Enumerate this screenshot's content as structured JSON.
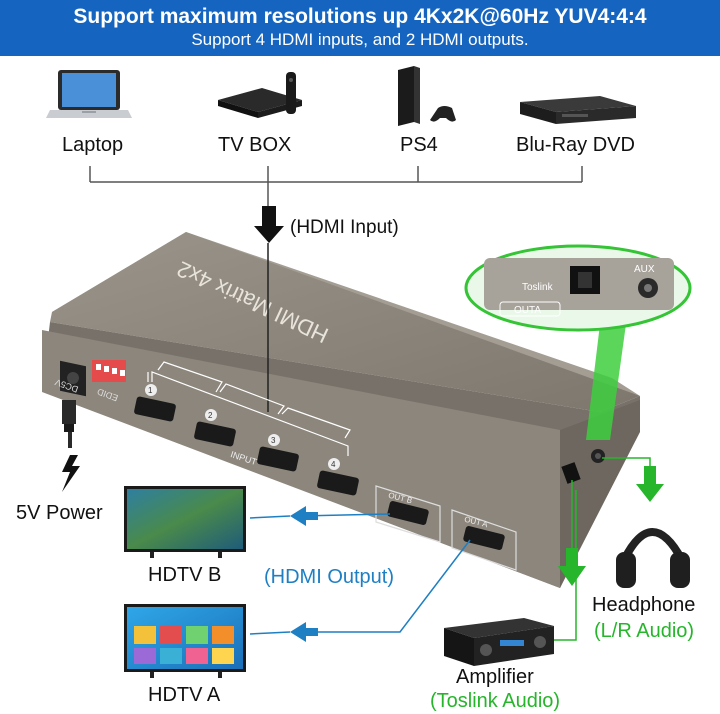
{
  "header": {
    "title": "Support maximum resolutions up 4Kx2K@60Hz YUV4:4:4",
    "subtitle": "Support 4 HDMI inputs, and 2 HDMI outputs."
  },
  "sources": [
    "Laptop",
    "TV BOX",
    "PS4",
    "Blu-Ray DVD"
  ],
  "flow": {
    "input": "(HDMI Input)",
    "output": "(HDMI Output)"
  },
  "device": {
    "name": "HDMI Matrix 4x2",
    "inputs_label": "INPUT",
    "input_ports": [
      "1",
      "2",
      "3",
      "4"
    ],
    "outputs": [
      "OUT B",
      "OUT A"
    ],
    "dc_label": "DC5V",
    "edid_label": "EDID",
    "toslink_label": "Toslink",
    "aux_label": "AUX",
    "outa_label": "OUTA"
  },
  "power": "5V Power",
  "displays": [
    "HDTV B",
    "HDTV A"
  ],
  "audio": {
    "headphone": "Headphone",
    "headphone_sub": "(L/R Audio)",
    "amplifier": "Amplifier",
    "amplifier_sub": "(Toslink Audio)"
  },
  "colors": {
    "banner": "#1565c0",
    "output_arrow": "#1e7fc3",
    "audio_arrow": "#26b52b",
    "device": "#8a8478"
  }
}
